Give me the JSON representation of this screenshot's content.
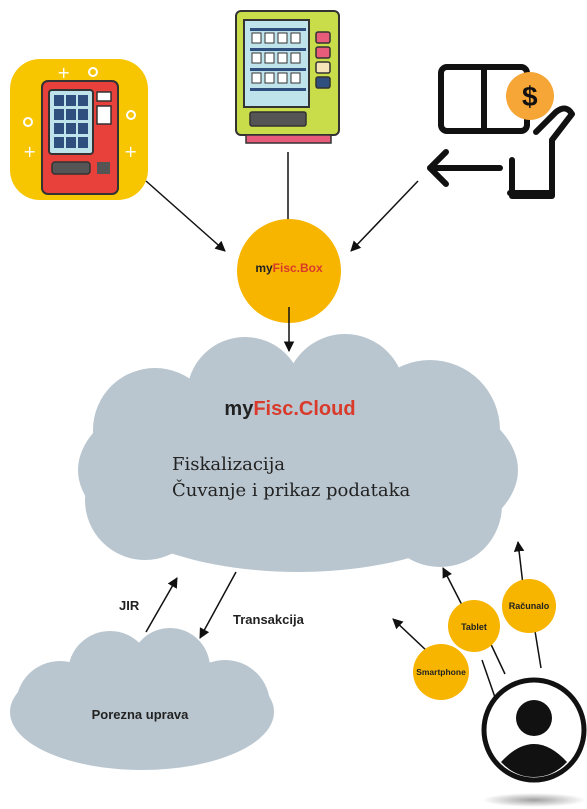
{
  "box": {
    "brand_my": "my",
    "brand_fisc": "Fisc.Box"
  },
  "cloud": {
    "brand_my": "my",
    "brand_fisc": "Fisc.Cloud",
    "line1": "Fiskalizacija",
    "line2": "Čuvanje i prikaz podataka"
  },
  "tax": {
    "label": "Porezna uprava"
  },
  "flows": {
    "jir": "JIR",
    "transakcija": "Transakcija"
  },
  "devices": {
    "smartphone": "Smartphone",
    "tablet": "Tablet",
    "racunalo": "Računalo"
  },
  "icons": {
    "vending1": "vending-machine-icon",
    "vending2": "snack-vending-machine-icon",
    "payment": "card-payment-icon",
    "user": "user-avatar-icon"
  },
  "colors": {
    "accent": "#f7b500",
    "brand_red": "#d93a2b",
    "cloud": "#b9c6cf",
    "icon_bg": "#f7c600"
  }
}
